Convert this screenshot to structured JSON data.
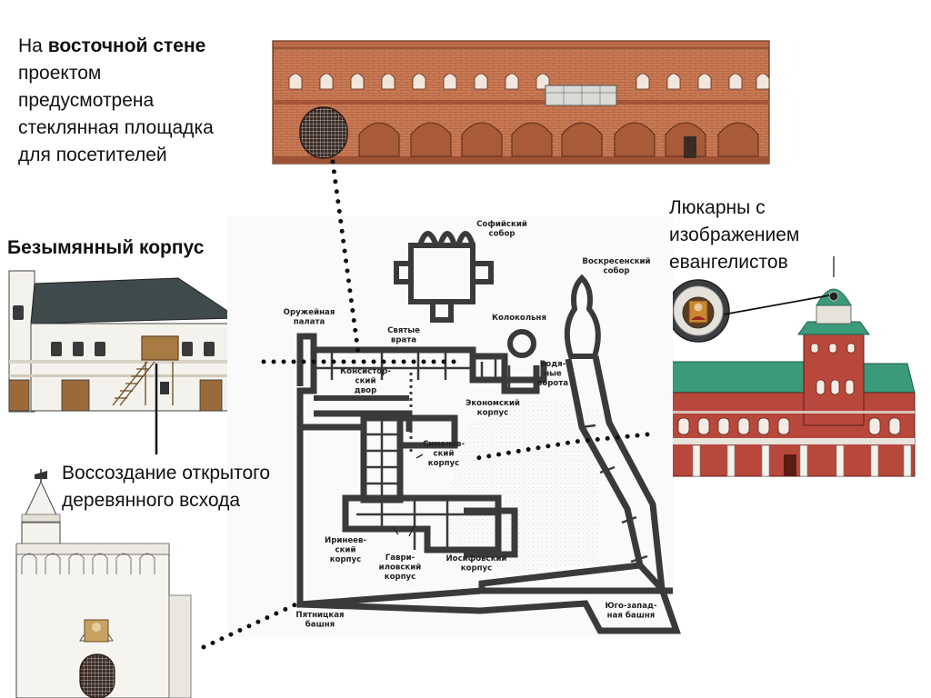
{
  "captions": {
    "east_wall": {
      "prefix": "На ",
      "bold": "восточной стене",
      "lines": [
        "проектом",
        "предусмотрена",
        "стеклянная площадка",
        "для посетителей"
      ]
    },
    "nameless_building": "Безымянный корпус",
    "stairs": [
      "Воссоздание открытого",
      "деревянного всхода"
    ],
    "lucarnes": [
      "Люкарны с",
      "изображением",
      "евангелистов"
    ]
  },
  "plan_labels": {
    "sofia": [
      "Софийский",
      "собор"
    ],
    "resurrection": [
      "Воскресенский",
      "собор"
    ],
    "armory": [
      "Оружейная",
      "палата"
    ],
    "holy_gate": [
      "Святые",
      "врата"
    ],
    "belfry": [
      "Колокольня"
    ],
    "consistory": [
      "Консистор-",
      "ский",
      "двор"
    ],
    "water_gate": [
      "Водя-",
      "ные",
      "ворота"
    ],
    "economy": [
      "Экономский",
      "корпус"
    ],
    "simon": [
      "Симонов-",
      "ский",
      "корпус"
    ],
    "irinei": [
      "Иринеев-",
      "ский",
      "корпус"
    ],
    "gavriil": [
      "Гаври-",
      "иловский",
      "корпус"
    ],
    "iosif": [
      "Иосифовский",
      "корпус"
    ],
    "pyatnitskaya": [
      "Пятницкая",
      "башня"
    ],
    "southwest": [
      "Юго-запад-",
      "ная башня"
    ]
  },
  "colors": {
    "brick": "#c8744f",
    "brick_dark": "#8b3f22",
    "red_building": "#b8483c",
    "green_roof": "#3a9a7a",
    "white_wall": "#f4f2ec",
    "dark_roof": "#3f4a4c",
    "plan_wall": "#3a3a3a"
  }
}
